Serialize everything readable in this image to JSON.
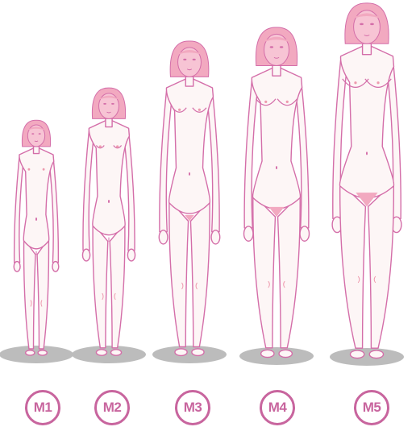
{
  "colors": {
    "outline": "#d46ea9",
    "skin": "#fdf6f6",
    "hair": "#f2a9c0",
    "face": "#f7c4d4",
    "accent": "#ee9aae",
    "shadow": "#bcbcbc",
    "badge": "#c8659e"
  },
  "stages": [
    {
      "label": "M1",
      "breast": 0,
      "hair": 0
    },
    {
      "label": "M2",
      "breast": 1,
      "hair": 0
    },
    {
      "label": "M3",
      "breast": 2,
      "hair": 1
    },
    {
      "label": "M4",
      "breast": 3,
      "hair": 2
    },
    {
      "label": "M5",
      "breast": 4,
      "hair": 3
    }
  ]
}
